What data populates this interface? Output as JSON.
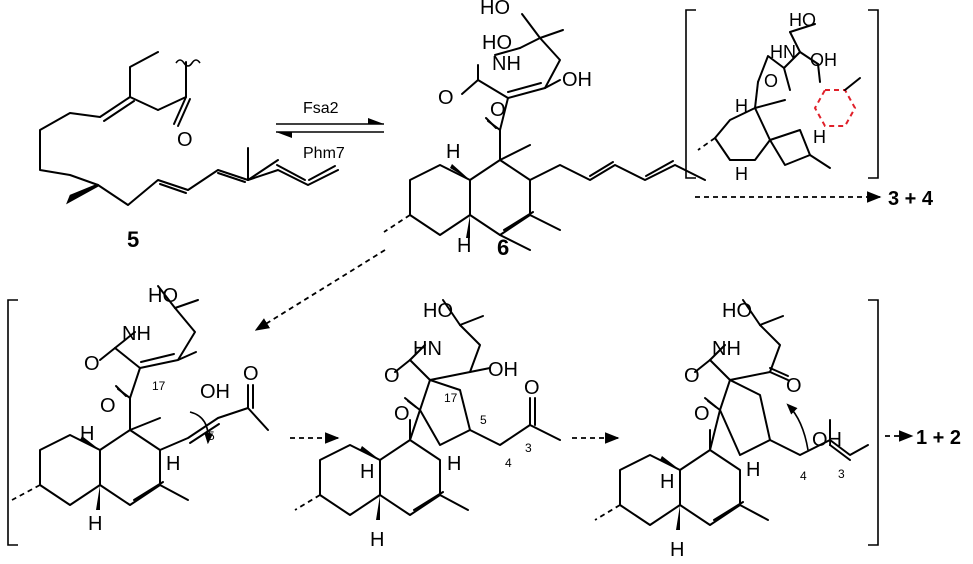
{
  "reagents": {
    "top": "Fsa2",
    "bottom": "Phm7"
  },
  "compounds": {
    "c5": "5",
    "c6": "6"
  },
  "products": {
    "p34": "3 + 4",
    "p12": "1 + 2"
  },
  "atoms": {
    "HO": "HO",
    "OH": "OH",
    "NH": "NH",
    "HN": "HN",
    "O": "O",
    "H": "H"
  },
  "positions": {
    "c17": "17",
    "c5": "5",
    "c4": "4",
    "c3": "3"
  }
}
